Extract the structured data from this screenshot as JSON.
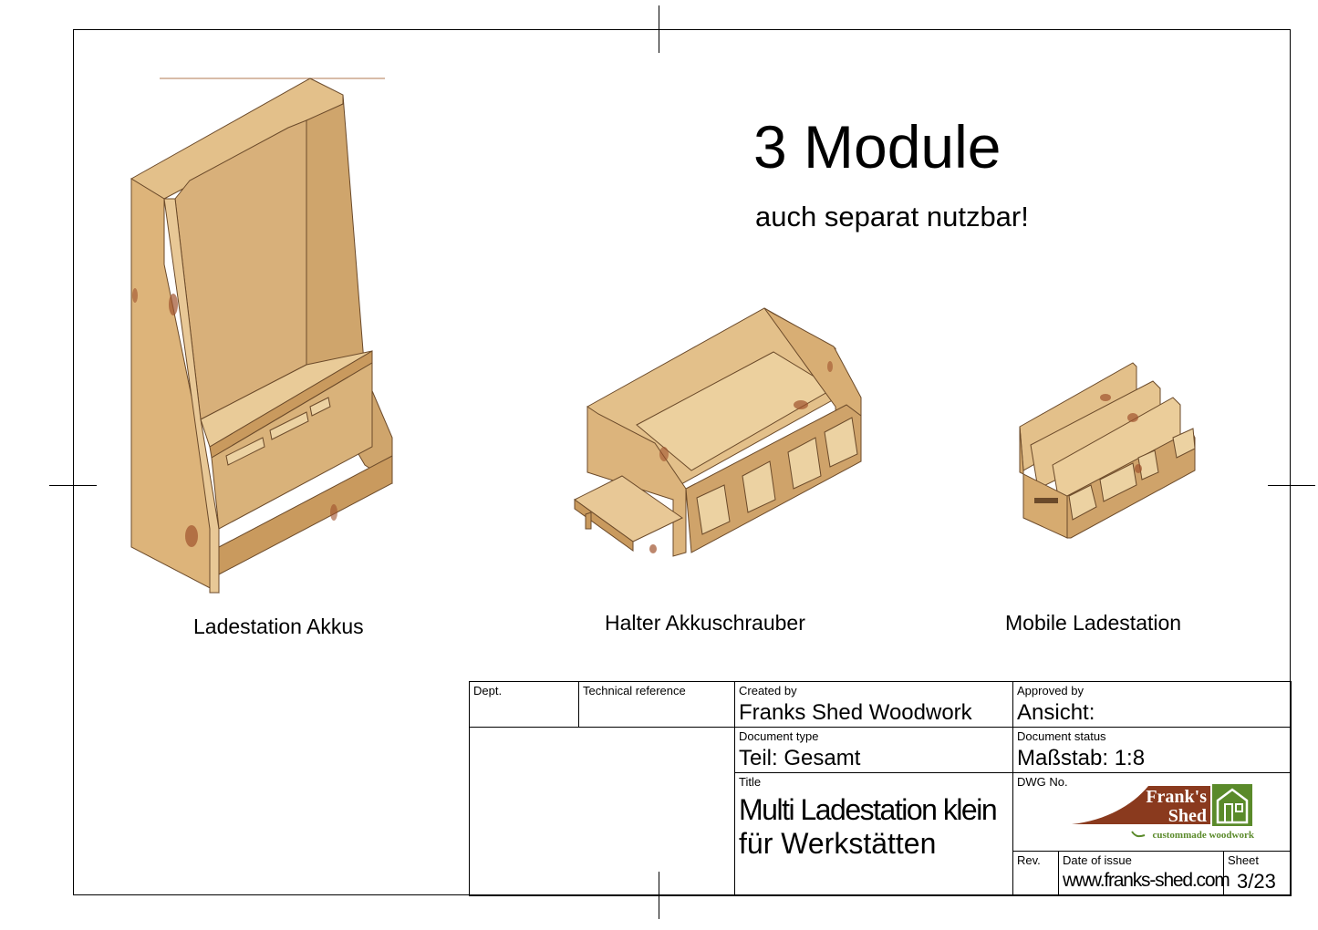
{
  "heading": "3 Module",
  "subheading": "auch separat nutzbar!",
  "modules": [
    {
      "label": "Ladestation Akkus"
    },
    {
      "label": "Halter Akkuschrauber"
    },
    {
      "label": "Mobile Ladestation"
    }
  ],
  "title_block": {
    "dept_label": "Dept.",
    "techref_label": "Technical reference",
    "created_by_label": "Created by",
    "created_by": "Franks Shed Woodwork",
    "approved_by_label": "Approved by",
    "approved_by": "Ansicht:",
    "doc_type_label": "Document type",
    "doc_type": "Teil: Gesamt",
    "doc_status_label": "Document status",
    "doc_status": "Maßstab: 1:8",
    "title_label": "Title",
    "title_line1": "Multi Ladestation klein",
    "title_line2": "für Werkstätten",
    "dwg_label": "DWG No.",
    "rev_label": "Rev.",
    "date_label": "Date of issue",
    "date_value": "www.franks-shed.com",
    "sheet_label": "Sheet",
    "sheet_value": "3/23"
  },
  "logo": {
    "line1": "Frank's",
    "line2": "Shed",
    "tagline": "custommade woodwork",
    "brown": "#8a3a1e",
    "green": "#5a8a2a"
  },
  "colors": {
    "wood_light": "#e8c896",
    "wood_mid": "#d9b27a",
    "wood_dark": "#c99a5e",
    "knot": "#a0522d"
  }
}
